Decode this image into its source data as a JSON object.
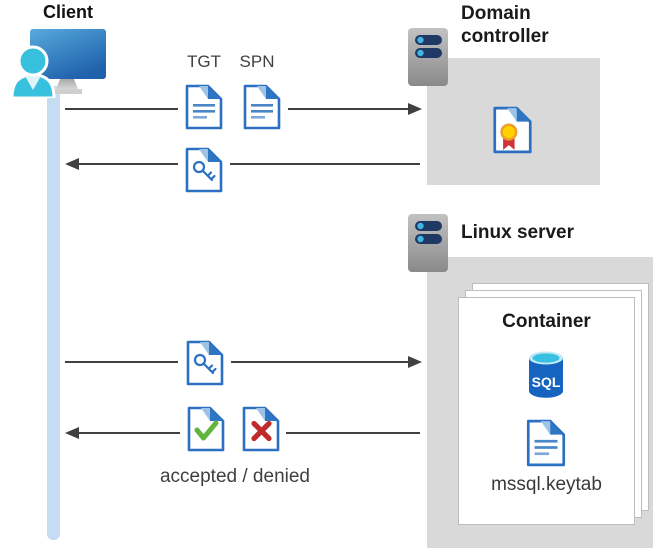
{
  "diagram": {
    "client": {
      "label": "Client"
    },
    "request1": {
      "tgt_label": "TGT",
      "spn_label": "SPN"
    },
    "domain_controller": {
      "label": "Domain controller"
    },
    "linux_server": {
      "label": "Linux server"
    },
    "container": {
      "label": "Container",
      "sql_label": "SQL",
      "keytab_label": "mssql.keytab"
    },
    "response2": {
      "label": "accepted / denied"
    },
    "icons": {
      "client": "monitor-with-user-icon",
      "servers": "server-rack-icon",
      "tgt": "ticket-document-icon",
      "spn": "ticket-document-icon",
      "key": "key-document-icon",
      "certificate": "certificate-document-icon",
      "accepted": "check-document-icon",
      "denied": "cross-document-icon",
      "sql": "sql-database-cylinder-icon",
      "keytab": "text-document-icon"
    },
    "colors": {
      "doc_blue": "#2b70c1",
      "doc_fold_light": "#9dc3e6",
      "doc_line_blue": "#4a86c8",
      "check_green": "#62b43f",
      "cross_red": "#bf2b2b",
      "seal_yellow": "#ffd100",
      "ribbon_red": "#d13438",
      "box_gray": "#d9d9d9",
      "arrow_gray": "#404040",
      "lifeline_blue": "#c5dcf3",
      "sql_blue": "#1464c0",
      "cyan": "#38c1df",
      "server_bar_navy": "#1f3864",
      "server_dot_blue": "#41b4e6"
    }
  }
}
